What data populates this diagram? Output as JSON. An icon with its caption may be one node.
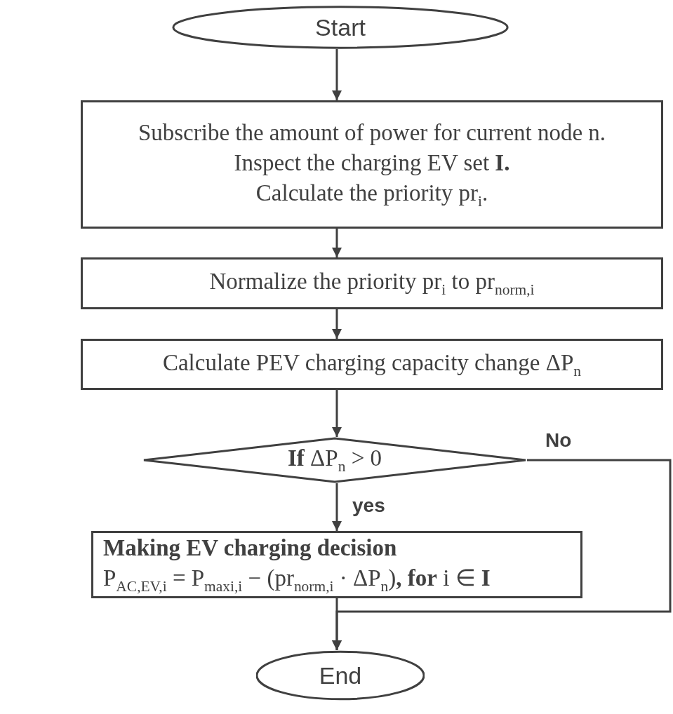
{
  "diagram": {
    "nodes": [
      {
        "text": [
          "Start"
        ]
      },
      {
        "text": [
          "Subscribe the amount of power for current node n.",
          "Inspect the charging EV set **I.**",
          "Calculate the priority pr$_{i}$."
        ]
      },
      {
        "text": [
          "Normalize the priority pr$_{i}$ to pr$_{norm,i}$"
        ]
      },
      {
        "text": [
          "Calculate PEV charging capacity change ΔP$_{n}$"
        ]
      },
      {
        "text": [
          "**If** ΔP$_{n}$ > 0"
        ]
      },
      {
        "text": [
          "Making EV charging decision",
          "P$_{AC,EV,i}$ = P$_{maxi,i}$ − (pr$_{norm,i}$ · ΔP$_{n}$)**, for** i ∈ **I**"
        ]
      },
      {
        "text": [
          "End"
        ]
      }
    ],
    "edges": [
      {
        "from": 0,
        "to": 1,
        "arrow": "to"
      },
      {
        "from": 1,
        "to": 2,
        "arrow": "to"
      },
      {
        "from": 2,
        "to": 3,
        "arrow": "to"
      },
      {
        "from": 3,
        "to": 4,
        "arrow": "to"
      },
      {
        "from": 4,
        "to": 5,
        "arrow": "to",
        "label": "yes"
      },
      {
        "from": 5,
        "to": 6,
        "arrow": "to"
      },
      {
        "from": 4,
        "to": 6,
        "arrow": "to",
        "label": "No"
      }
    ]
  }
}
